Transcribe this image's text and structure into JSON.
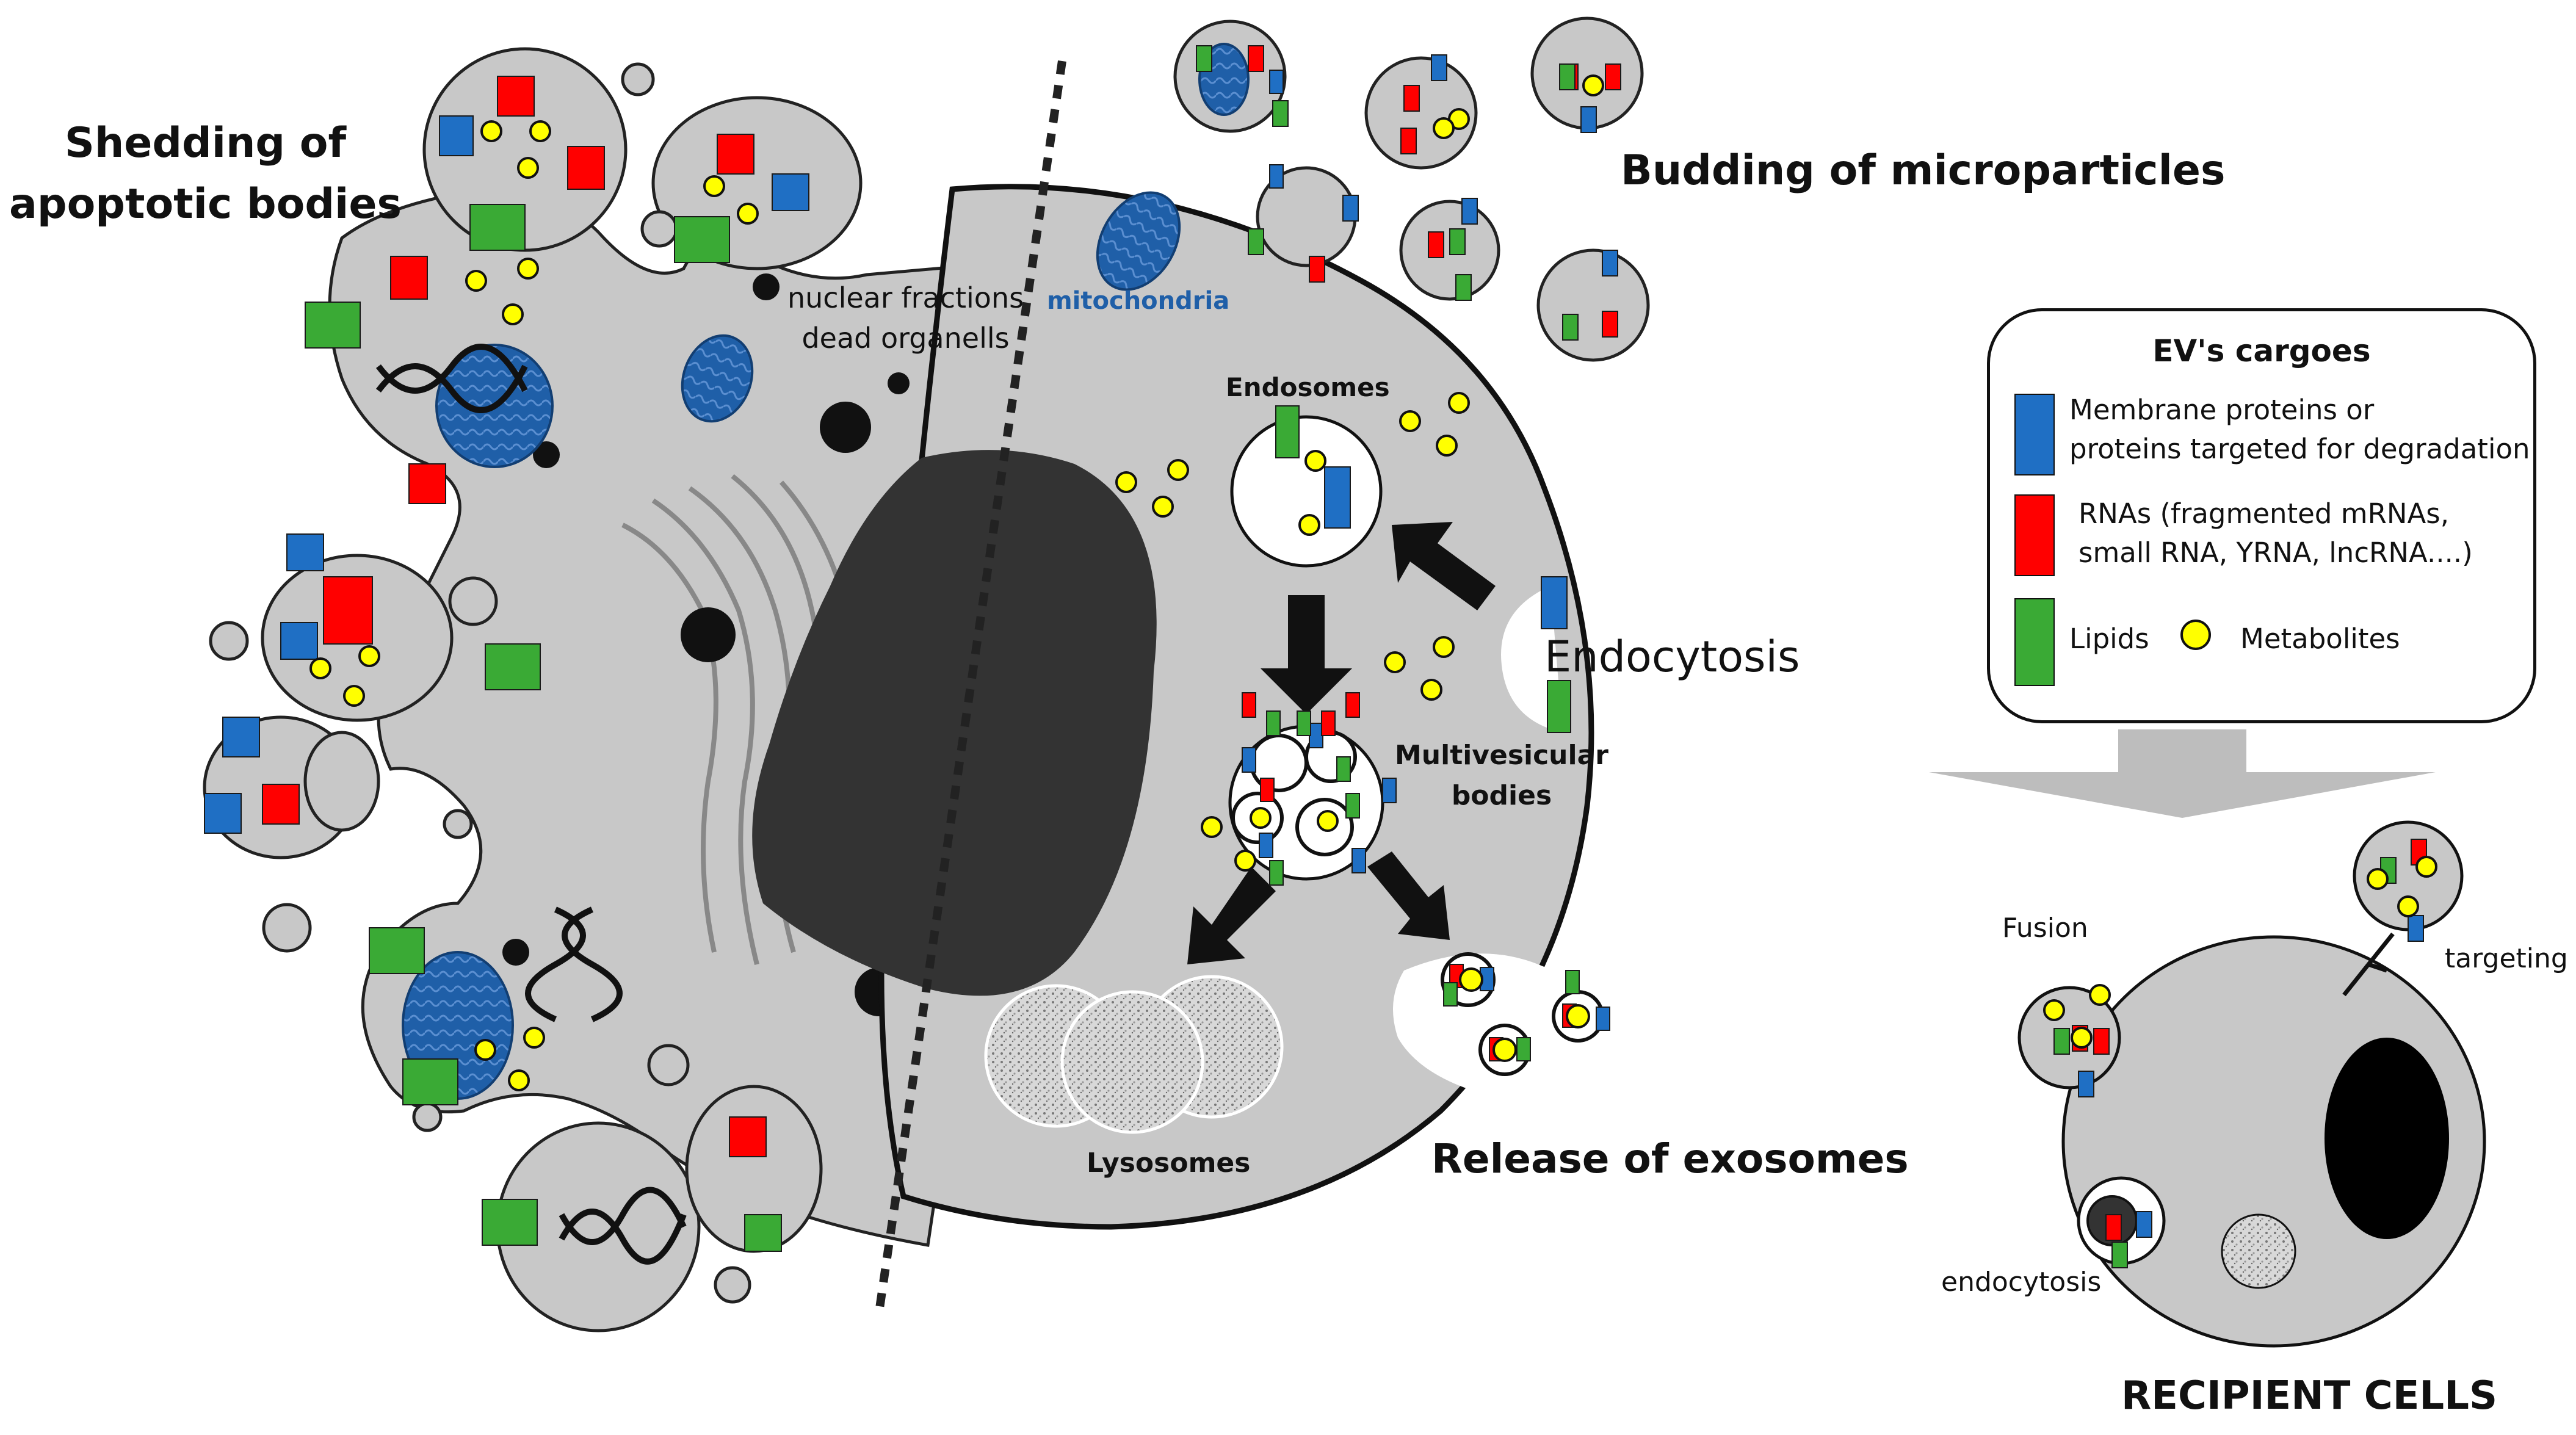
{
  "labels": {
    "shedding": "Shedding of\napoptotic bodies",
    "budding": "Budding of microparticles",
    "nuclear_fractions": "nuclear fractions\ndead organells",
    "mitochondria": "mitochondria",
    "endosomes": "Endosomes",
    "endocytosis": "Endocytosis",
    "multivesicular": "Multivesicular\nbodies",
    "lysosomes": "Lysosomes",
    "release": "Release of exosomes",
    "fusion": "Fusion",
    "targeting": "targeting",
    "endocytosis_small": "endocytosis",
    "recipient": "RECIPIENT CELLS"
  },
  "legend": {
    "title": "EV's cargoes",
    "membrane": "Membrane proteins or\nproteins targeted for degradation",
    "rnas": "RNAs (fragmented mRNAs,\nsmall RNA, YRNA, lncRNA....)",
    "lipids": "Lipids",
    "metabolites": "Metabolites"
  },
  "colors": {
    "protein": "#1f6fc4",
    "rna": "#ff0000",
    "lipid": "#3aaa35",
    "metabolite": "#ffff00",
    "cell_gray": "#c8c8c8",
    "nucleus": "#333333",
    "mito": "#1f5fa8"
  }
}
